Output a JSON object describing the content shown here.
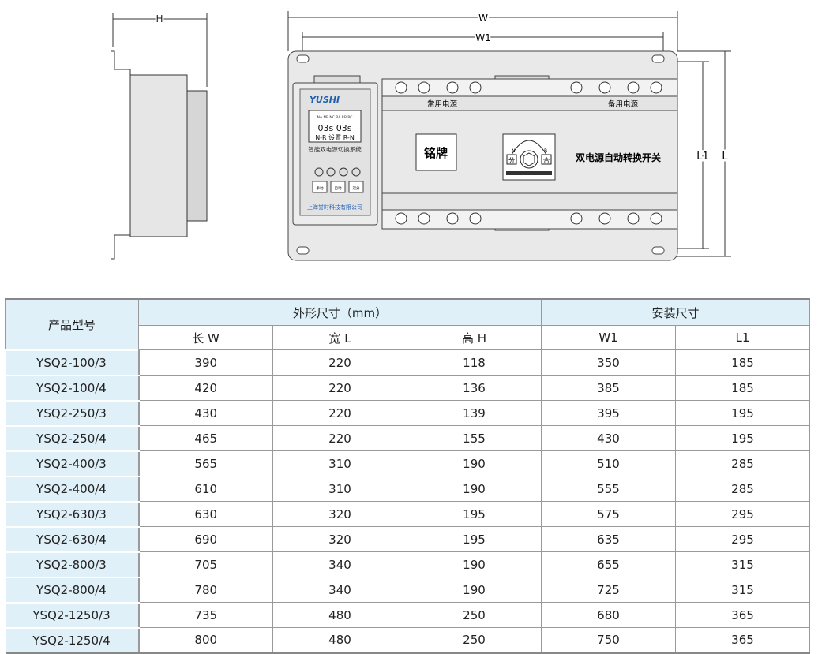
{
  "drawing": {
    "dim_H": "H",
    "dim_W": "W",
    "dim_W1": "W1",
    "dim_L": "L",
    "dim_L1": "L1",
    "brand": "YUSHI",
    "display_labels": "NA NB NC RA RB RC",
    "display_value": "03s 03s",
    "display_modes": "N-R 设置 R-N",
    "controller_name": "智能双电源切换系统",
    "btn_manual": "手动",
    "btn_auto": "自动",
    "btn_double": "双分",
    "company": "上海誉时科技有限公司",
    "normal_power": "常用电源",
    "backup_power": "备用电源",
    "nameplate": "铭牌",
    "handle_off": "分",
    "handle_on": "合",
    "handle_n": "N",
    "handle_r": "R",
    "product_title": "双电源自动转换开关"
  },
  "table": {
    "model_header": "产品型号",
    "outer_header": "外形尺寸（mm）",
    "install_header": "安装尺寸",
    "columns": [
      "长 W",
      "宽 L",
      "高 H",
      "W1",
      "L1"
    ],
    "rows": [
      [
        "YSQ2-100/3",
        "390",
        "220",
        "118",
        "350",
        "185"
      ],
      [
        "YSQ2-100/4",
        "420",
        "220",
        "136",
        "385",
        "185"
      ],
      [
        "YSQ2-250/3",
        "430",
        "220",
        "139",
        "395",
        "195"
      ],
      [
        "YSQ2-250/4",
        "465",
        "220",
        "155",
        "430",
        "195"
      ],
      [
        "YSQ2-400/3",
        "565",
        "310",
        "190",
        "510",
        "285"
      ],
      [
        "YSQ2-400/4",
        "610",
        "310",
        "190",
        "555",
        "285"
      ],
      [
        "YSQ2-630/3",
        "630",
        "320",
        "195",
        "575",
        "295"
      ],
      [
        "YSQ2-630/4",
        "690",
        "320",
        "195",
        "635",
        "295"
      ],
      [
        "YSQ2-800/3",
        "705",
        "340",
        "190",
        "655",
        "315"
      ],
      [
        "YSQ2-800/4",
        "780",
        "340",
        "190",
        "725",
        "315"
      ],
      [
        "YSQ2-1250/3",
        "735",
        "480",
        "250",
        "680",
        "365"
      ],
      [
        "YSQ2-1250/4",
        "800",
        "480",
        "250",
        "750",
        "365"
      ]
    ]
  }
}
